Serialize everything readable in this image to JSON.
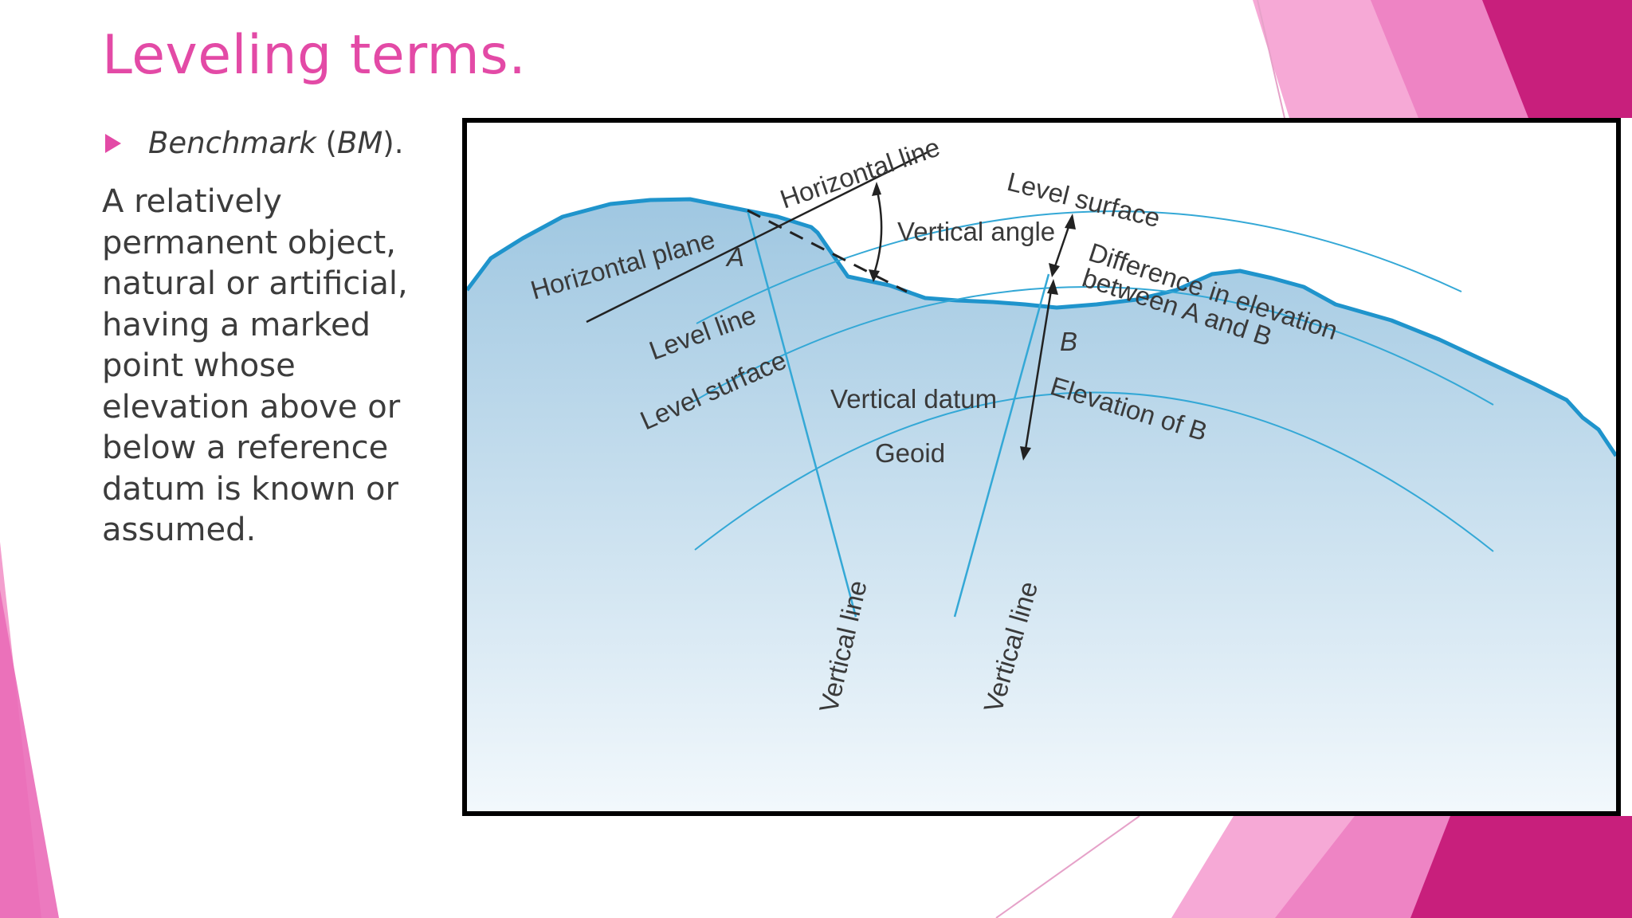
{
  "slide": {
    "title": "Leveling terms.",
    "bullet": {
      "term": "Benchmark",
      "abbr_open": " (",
      "abbr": "BM",
      "abbr_close": ")."
    },
    "description": "A relatively permanent object, natural or artificial, having a marked point whose elevation above or below a reference datum is known or assumed."
  },
  "diagram": {
    "labels": {
      "horizontal_line": "Horizontal line",
      "level_surface_top": "Level surface",
      "vertical_angle": "Vertical angle",
      "horizontal_plane": "Horizontal plane",
      "point_a": "A",
      "diff_line1": "Difference in elevation",
      "diff_line2": "between A and B",
      "level_line": "Level line",
      "level_surface": "Level surface",
      "point_b": "B",
      "vertical_datum": "Vertical datum",
      "elevation_of_b": "Elevation of B",
      "geoid": "Geoid",
      "vertical_line_left": "Vertical line",
      "vertical_line_right": "Vertical line"
    }
  },
  "colors": {
    "accent_pink": "#e34aa6",
    "deco_light_pink": "#f6a9d6",
    "deco_mid_pink": "#ea6cb8",
    "deco_dark_pink": "#c81f7c",
    "terrain_top": "#9fc7e1",
    "terrain_bottom": "#f2f8fc",
    "terrain_outline": "#1f94cc",
    "line_cyan": "#34a8d6"
  }
}
